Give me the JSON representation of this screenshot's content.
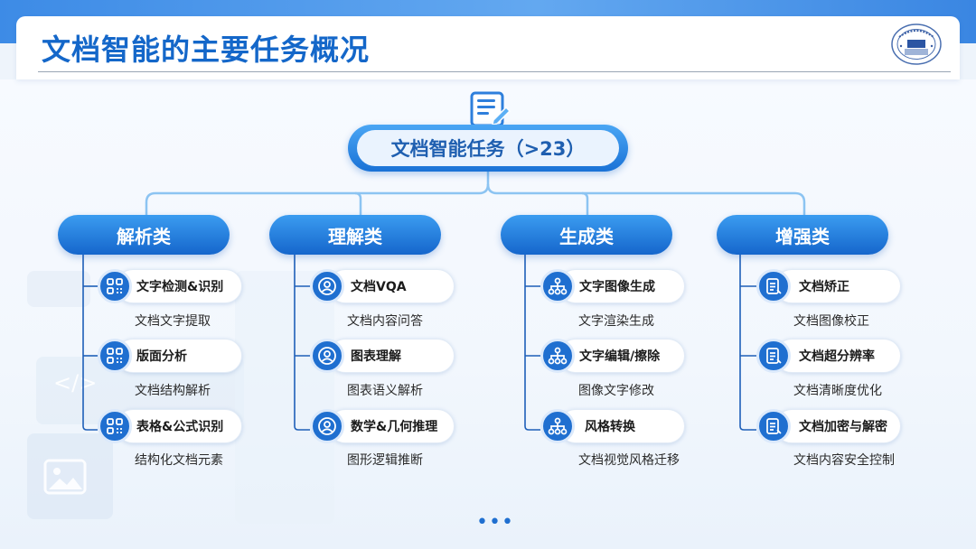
{
  "header": {
    "title": "文档智能的主要任务概况"
  },
  "root": {
    "label": "文档智能任务（>23）"
  },
  "categories": [
    {
      "label": "解析类",
      "items": [
        {
          "label": "文字检测&识别",
          "desc": "文档文字提取",
          "icon": "grid-icon"
        },
        {
          "label": "版面分析",
          "desc": "文档结构解析",
          "icon": "grid-icon"
        },
        {
          "label": "表格&公式识别",
          "desc": "结构化文档元素",
          "icon": "grid-icon"
        }
      ]
    },
    {
      "label": "理解类",
      "items": [
        {
          "label": "文档VQA",
          "desc": "文档内容问答",
          "icon": "user-icon"
        },
        {
          "label": "图表理解",
          "desc": "图表语义解析",
          "icon": "user-icon"
        },
        {
          "label": "数学&几何推理",
          "desc": "图形逻辑推断",
          "icon": "user-icon"
        }
      ]
    },
    {
      "label": "生成类",
      "items": [
        {
          "label": "文字图像生成",
          "desc": "文字渲染生成",
          "icon": "hierarchy-icon"
        },
        {
          "label": "文字编辑/擦除",
          "desc": "图像文字修改",
          "icon": "hierarchy-icon"
        },
        {
          "label": "风格转换",
          "desc": "文档视觉风格迁移",
          "icon": "hierarchy-icon"
        }
      ]
    },
    {
      "label": "增强类",
      "items": [
        {
          "label": "文档矫正",
          "desc": "文档图像校正",
          "icon": "document-icon"
        },
        {
          "label": "文档超分辨率",
          "desc": "文档清晰度优化",
          "icon": "document-icon"
        },
        {
          "label": "文档加密与解密",
          "desc": "文档内容安全控制",
          "icon": "document-icon"
        }
      ]
    }
  ],
  "footer": {
    "more": "•••"
  },
  "colors": {
    "accent": "#1f6fd0",
    "title": "#1467c9",
    "line": "#8cc4f2"
  }
}
